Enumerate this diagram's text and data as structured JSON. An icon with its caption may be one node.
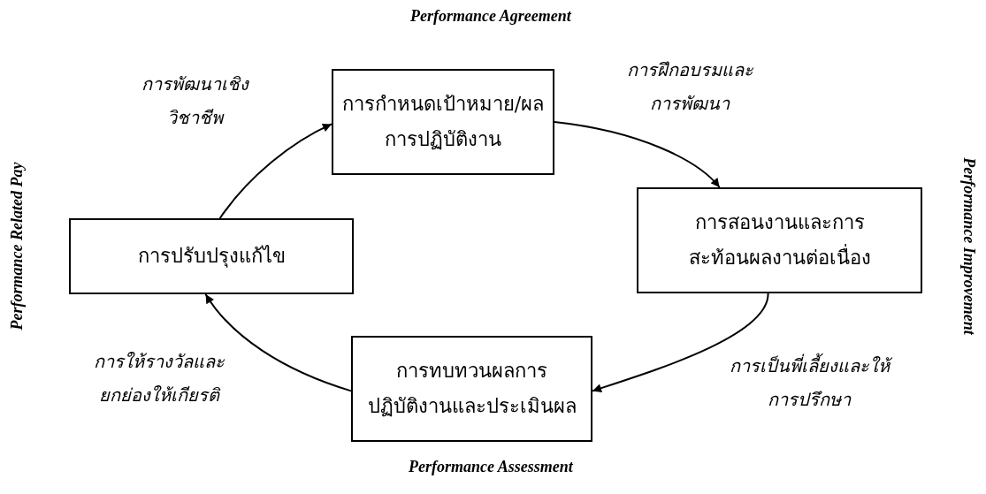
{
  "diagram": {
    "nodes": [
      {
        "text": [
          "การกำหนดเป้าหมาย/ผล การปฏิบัติงาน"
        ]
      },
      {
        "text": [
          "การสอนงานและการ สะท้อนผลงานต่อเนื่อง"
        ]
      },
      {
        "text": [
          "การทบทวนผลการ ปฏิบัติงานและประเมินผล"
        ]
      },
      {
        "text": [
          "การปรับปรุงแก้ไข"
        ]
      }
    ],
    "edges": [
      {
        "from": 0,
        "to": 1,
        "arrow": "to",
        "label": "การฝึกอบรมและ การพัฒนา"
      },
      {
        "from": 1,
        "to": 2,
        "arrow": "to",
        "label": "การเป็นพี่เลี้ยงและให้ การปรึกษา"
      },
      {
        "from": 2,
        "to": 3,
        "arrow": "to",
        "label": "การให้รางวัลและ ยกย่องให้เกียรติ"
      },
      {
        "from": 3,
        "to": 0,
        "arrow": "to",
        "label": "การพัฒนาเชิง วิชาชีพ"
      }
    ],
    "labels": [
      "Performance Agreement",
      "Performance Related Pay",
      "Performance Improvement",
      "Performance Assessment"
    ]
  }
}
